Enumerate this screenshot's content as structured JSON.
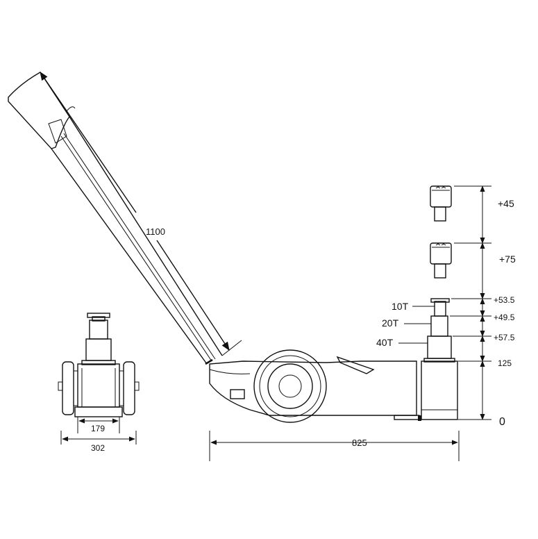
{
  "handle": {
    "length_label": "1100"
  },
  "front_view": {
    "inner_width_label": "179",
    "outer_width_label": "302"
  },
  "side_view": {
    "length_label": "825"
  },
  "height_scale": {
    "labels": [
      "+45",
      "+75",
      "+53.5",
      "+49.5",
      "+57.5",
      "125",
      "0"
    ]
  },
  "stages": [
    "10T",
    "20T",
    "40T"
  ]
}
